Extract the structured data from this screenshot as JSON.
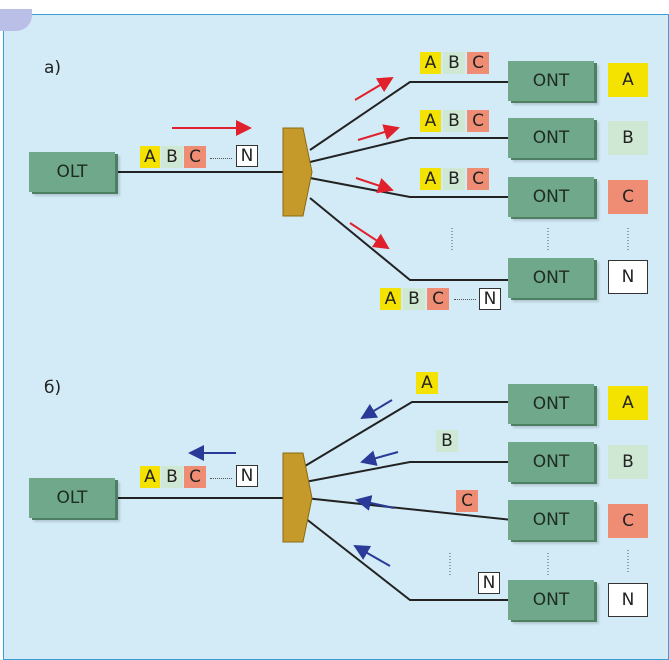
{
  "panel_a": {
    "label": "a)",
    "olt": "OLT",
    "frame": [
      "A",
      "B",
      "C",
      "N"
    ],
    "onts": [
      "ONT",
      "ONT",
      "ONT",
      "ONT"
    ],
    "outputs": [
      "A",
      "B",
      "C",
      "N"
    ],
    "branch_frames": [
      [
        "A",
        "B",
        "C"
      ],
      [
        "A",
        "B",
        "C"
      ],
      [
        "A",
        "B",
        "C"
      ],
      [
        "A",
        "B",
        "C",
        "N"
      ]
    ]
  },
  "panel_b": {
    "label": "б)",
    "olt": "OLT",
    "frame": [
      "A",
      "B",
      "C",
      "N"
    ],
    "onts": [
      "ONT",
      "ONT",
      "ONT",
      "ONT"
    ],
    "outputs": [
      "A",
      "B",
      "C",
      "N"
    ],
    "branch_tags": [
      "A",
      "B",
      "C",
      "N"
    ]
  },
  "colors": {
    "A": "#f4e300",
    "B": "#cfe8d4",
    "C": "#ef8c74",
    "N": "#ffffff",
    "downstream_arrow": "#e0202a",
    "upstream_arrow": "#2a3a98",
    "box": "#6fa88a",
    "splitter": "#c59a2a"
  }
}
